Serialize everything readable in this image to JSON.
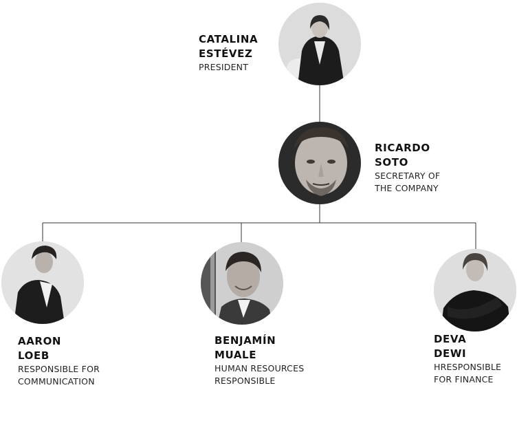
{
  "members": {
    "president": {
      "first": "CATALINA",
      "last": "ESTÉVEZ",
      "role_1": "PRESIDENT",
      "role_2": "",
      "photo": "portrait-photo"
    },
    "secretary": {
      "first": "RICARDO",
      "last": "SOTO",
      "role_1": "SECRETARY OF",
      "role_2": "THE COMPANY",
      "photo": "portrait-photo"
    },
    "communication": {
      "first": "AARON",
      "last": "LOEB",
      "role_1": "RESPONSIBLE FOR",
      "role_2": "COMMUNICATION",
      "photo": "portrait-photo"
    },
    "human_resources": {
      "first": "BENJAMÍN",
      "last": "MUALE",
      "role_1": "HUMAN RESOURCES",
      "role_2": "RESPONSIBLE",
      "photo": "portrait-photo"
    },
    "finance": {
      "first": "DEVA",
      "last": "DEWI",
      "role_1": "HRESPONSIBLE",
      "role_2": "FOR FINANCE",
      "photo": "portrait-photo"
    }
  },
  "colors": {
    "line": "#333333",
    "photo_bg": "#d9d9d9",
    "text": "#111111"
  }
}
